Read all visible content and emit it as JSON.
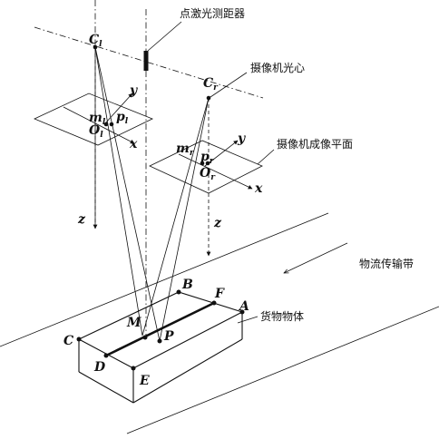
{
  "annotations": {
    "laser": "点激光测距器",
    "optical_center": "摄像机光心",
    "image_plane": "摄像机成像平面",
    "conveyor": "物流传输带",
    "object": "货物物体"
  },
  "left_camera": {
    "center": "C",
    "center_sub": "l",
    "origin": "O",
    "origin_sub": "l",
    "point": "p",
    "point_sub": "l",
    "m": "m",
    "m_sub": "l",
    "x": "x",
    "y": "y",
    "z": "z"
  },
  "right_camera": {
    "center": "C",
    "center_sub": "r",
    "origin": "O",
    "origin_sub": "r",
    "point": "p",
    "point_sub": "r",
    "m": "m",
    "m_sub": "r",
    "x": "x",
    "y": "y",
    "z": "z"
  },
  "box_points": {
    "a": "A",
    "b": "B",
    "c": "C",
    "d": "D",
    "e": "E",
    "f": "F",
    "m": "M",
    "p": "P"
  }
}
